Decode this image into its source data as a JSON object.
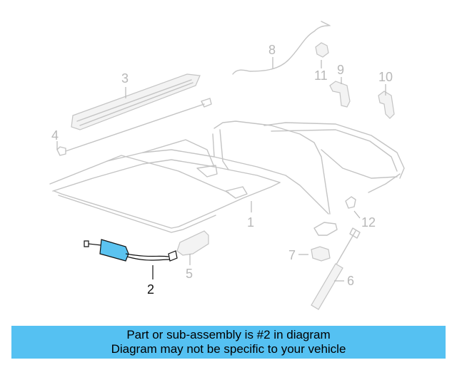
{
  "callouts": [
    {
      "id": "1",
      "label": "1",
      "highlighted": false
    },
    {
      "id": "2",
      "label": "2",
      "highlighted": true
    },
    {
      "id": "3",
      "label": "3",
      "highlighted": false
    },
    {
      "id": "4",
      "label": "4",
      "highlighted": false
    },
    {
      "id": "5",
      "label": "5",
      "highlighted": false
    },
    {
      "id": "6",
      "label": "6",
      "highlighted": false
    },
    {
      "id": "7",
      "label": "7",
      "highlighted": false
    },
    {
      "id": "8",
      "label": "8",
      "highlighted": false
    },
    {
      "id": "9",
      "label": "9",
      "highlighted": false
    },
    {
      "id": "10",
      "label": "10",
      "highlighted": false
    },
    {
      "id": "11",
      "label": "11",
      "highlighted": false
    },
    {
      "id": "12",
      "label": "12",
      "highlighted": false
    }
  ],
  "banner": {
    "line1": "Part or sub-assembly is #2 in diagram",
    "line2": "Diagram may not be specific to your vehicle"
  },
  "colors": {
    "banner_bg": "#55c1f2",
    "highlight_part": "#5bc3f0",
    "ghost_stroke": "#c4c4c4"
  }
}
